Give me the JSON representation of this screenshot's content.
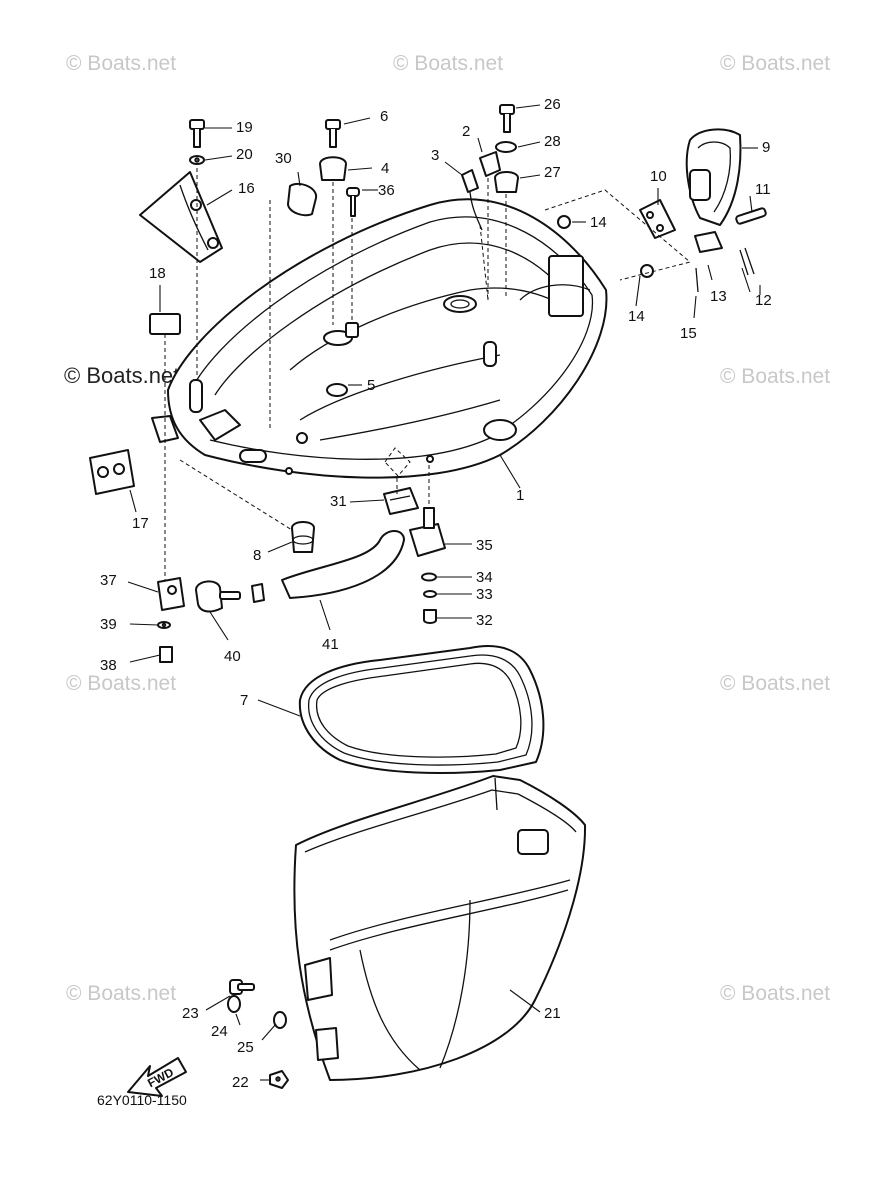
{
  "watermark": "© Boats.net",
  "drawing_code": "62Y0110-1150",
  "fwd_label": "FWD",
  "callouts": [
    "1",
    "2",
    "3",
    "4",
    "5",
    "6",
    "7",
    "8",
    "9",
    "10",
    "11",
    "12",
    "13",
    "14",
    "14",
    "15",
    "16",
    "17",
    "18",
    "19",
    "20",
    "21",
    "22",
    "23",
    "24",
    "25",
    "26",
    "27",
    "28",
    "30",
    "31",
    "32",
    "33",
    "34",
    "35",
    "36",
    "37",
    "38",
    "39",
    "40",
    "41"
  ]
}
